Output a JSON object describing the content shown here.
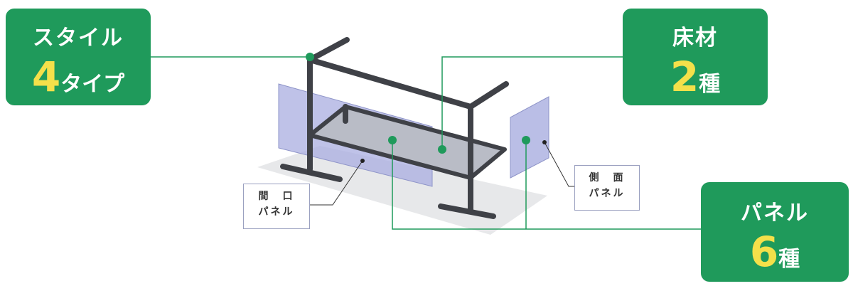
{
  "badges": {
    "style": {
      "title": "スタイル",
      "number": "4",
      "unit": "タイプ"
    },
    "floor": {
      "title": "床材",
      "number": "2",
      "unit": "種"
    },
    "panel": {
      "title": "パネル",
      "number": "6",
      "unit": "種"
    }
  },
  "labels": {
    "front": {
      "line1": "間　口",
      "line2": "パネル"
    },
    "side": {
      "line1": "側　面",
      "line2": "パネル"
    }
  },
  "colors": {
    "badge_bg": "#1f9a5b",
    "badge_number": "#f4e04a",
    "frame": "#3f4147",
    "panel": "#a9aee0",
    "connector_dot": "#1f9a5b"
  }
}
